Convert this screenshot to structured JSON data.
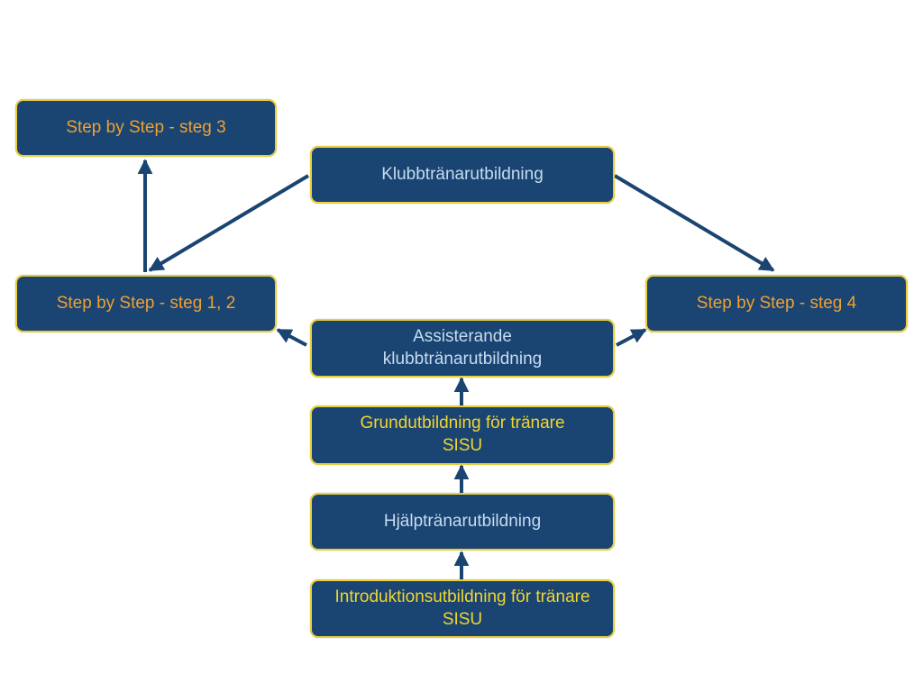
{
  "colors": {
    "box_fill": "#1a4471",
    "box_border": "#e8cf3a",
    "arrow": "#1a4471",
    "text_orange": "#f0a030",
    "text_light_blue": "#c6dcf0",
    "text_yellow": "#f2d530"
  },
  "nodes": {
    "steg3": {
      "label": "Step by Step - steg 3",
      "text_color": "#f0a030"
    },
    "klubb": {
      "label": "Klubbtränarutbildning",
      "text_color": "#c6dcf0"
    },
    "steg12": {
      "label": "Step by Step - steg 1, 2",
      "text_color": "#f0a030"
    },
    "steg4": {
      "label": "Step by Step - steg  4",
      "text_color": "#f0a030"
    },
    "assist": {
      "label": "Assisterande klubbtränarutbildning",
      "text_color": "#c6dcf0"
    },
    "grund": {
      "label": "Grundutbildning för tränare SISU",
      "text_color": "#f2d530"
    },
    "hjalp": {
      "label": "Hjälptränarutbildning",
      "text_color": "#c6dcf0"
    },
    "intro": {
      "label": "Introduktionsutbildning för tränare SISU",
      "text_color": "#f2d530"
    }
  },
  "edges": [
    {
      "from": "intro",
      "to": "hjalp"
    },
    {
      "from": "hjalp",
      "to": "grund"
    },
    {
      "from": "grund",
      "to": "assist"
    },
    {
      "from": "assist",
      "to": "steg12"
    },
    {
      "from": "assist",
      "to": "steg4"
    },
    {
      "from": "klubb",
      "to": "steg12"
    },
    {
      "from": "klubb",
      "to": "steg4"
    },
    {
      "from": "steg12",
      "to": "steg3"
    }
  ]
}
